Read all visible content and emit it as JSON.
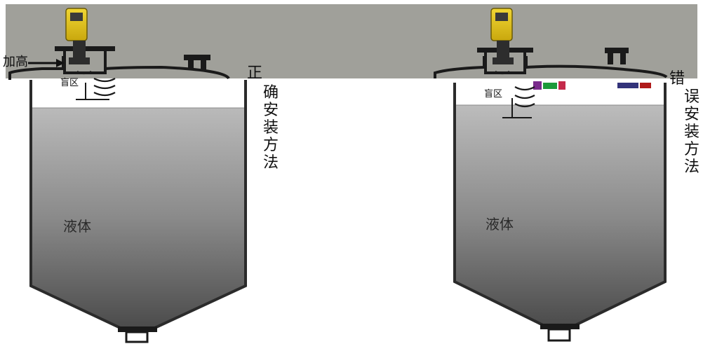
{
  "left_diagram": {
    "nozzle_label": "加高",
    "blind_zone_label": "盲区",
    "liquid_label": "液体",
    "caption_first": "正",
    "caption_rest": "确安装方法"
  },
  "right_diagram": {
    "blind_zone_label": "盲区",
    "liquid_label": "液体",
    "caption_first": "错",
    "caption_rest": "误安装方法"
  },
  "colors": {
    "background_band": "#a0a09a",
    "tank_outline": "#2b2b2b",
    "liquid_top": "#c4c4c4",
    "liquid_bottom": "#4a4a4a",
    "sensor_yellow": "#e0c21c",
    "sensor_dark": "#2d2d2d"
  }
}
